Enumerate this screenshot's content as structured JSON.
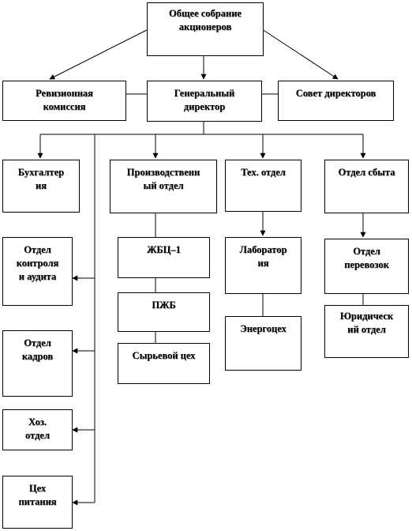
{
  "diagram": {
    "nodes": {
      "general_meeting": "Общее собрание\nакционеров",
      "audit_commission": "Ревизионная\nкомиссия",
      "general_director": "Генеральный\nдиректор",
      "board_of_directors": "Совет директоров",
      "accounting": "Бухгалтер\nия",
      "production_dept": "Производственн\nый отдел",
      "tech_dept": "Тех.  отдел",
      "sales_dept": "Отдел сбыта",
      "control_audit_dept": "Отдел\nконтроля\nи аудита",
      "zhbts1": "ЖБЦ–1",
      "laboratory": "Лаборатор\nия",
      "transport_dept": "Отдел\nперевозок",
      "pzhb": "ПЖБ",
      "energy_shop": "Энергоцех",
      "legal_dept": "Юридическ\nий отдел",
      "hr_dept": "Отдел\nкадров",
      "raw_material_shop": "Сырьевой цех",
      "household_dept": "Хоз.\nотдел",
      "canteen": "Цех\nпитания"
    }
  }
}
